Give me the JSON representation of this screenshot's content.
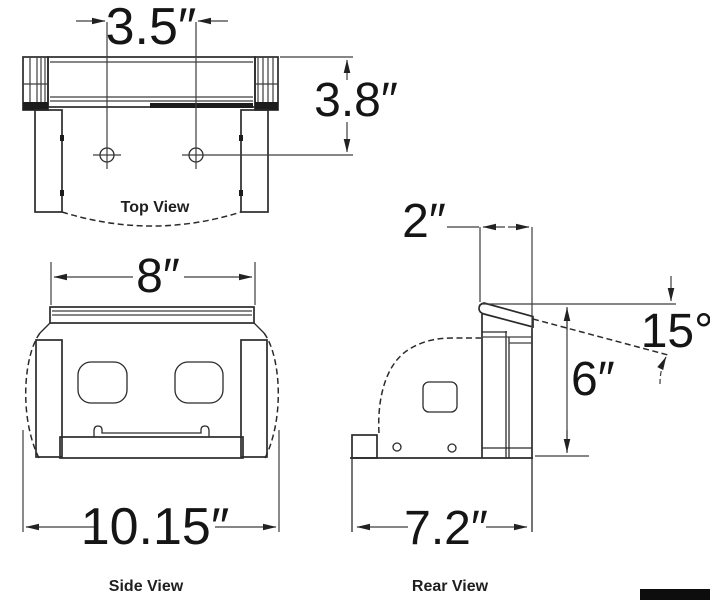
{
  "view_labels": {
    "top": "Top View",
    "side": "Side View",
    "rear": "Rear View"
  },
  "dimensions": {
    "hole_spacing": "3.5″",
    "mount_depth": "3.8″",
    "bar_width": "8″",
    "overall_width": "10.15″",
    "rail_width": "2″",
    "flap_angle": "15°",
    "mount_height": "6″",
    "base_depth": "7.2″"
  },
  "colors": {
    "line": "#2b2b2b",
    "text": "#151515",
    "background": "#ffffff"
  }
}
